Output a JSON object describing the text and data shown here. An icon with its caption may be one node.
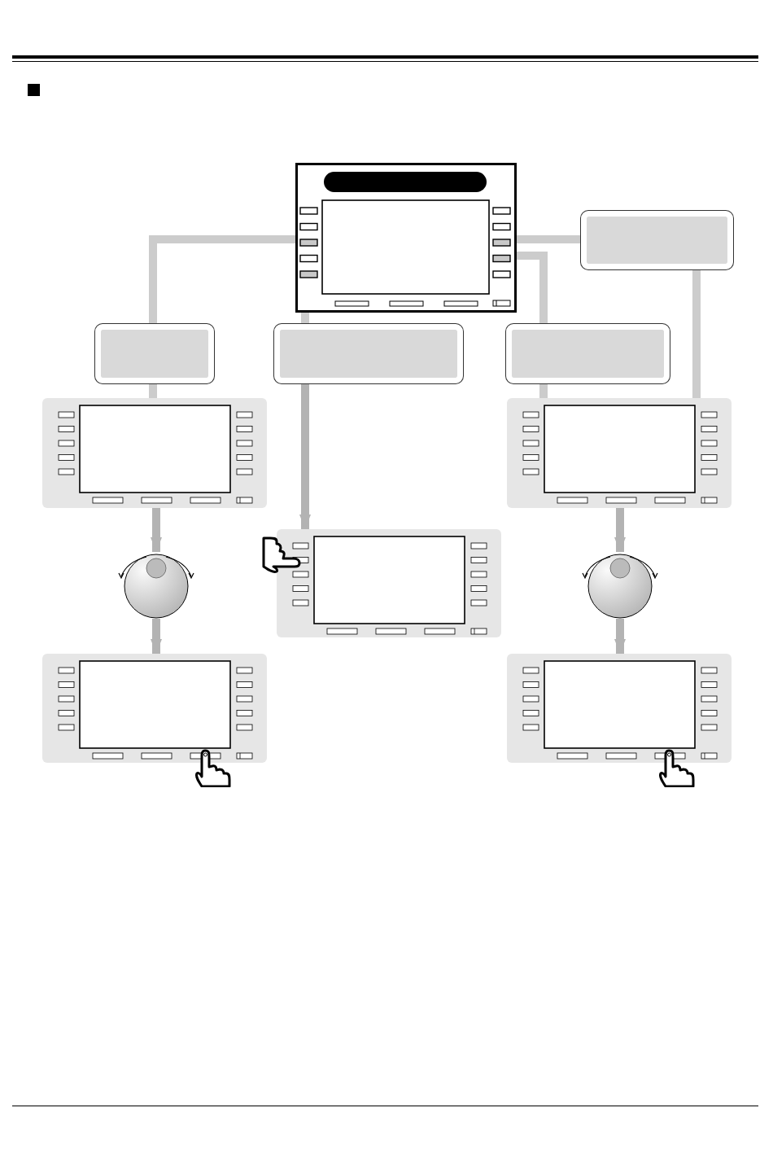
{
  "diagram": {
    "nodes": [
      {
        "text": [],
        "shape": "device"
      },
      {
        "text": [],
        "shape": "box"
      },
      {
        "text": [],
        "shape": "box"
      },
      {
        "text": [],
        "shape": "box"
      },
      {
        "text": [],
        "shape": "box"
      },
      {
        "text": [],
        "shape": "screen"
      },
      {
        "text": [],
        "shape": "screen"
      },
      {
        "text": [],
        "shape": "screen"
      },
      {
        "text": [],
        "shape": "knob"
      },
      {
        "text": [],
        "shape": "knob"
      },
      {
        "text": [],
        "shape": "screen"
      },
      {
        "text": [],
        "shape": "screen"
      }
    ],
    "edges": [
      {
        "from": 0,
        "to": 1,
        "arrow": "none"
      },
      {
        "from": 1,
        "to": 5,
        "arrow": "none"
      },
      {
        "from": 0,
        "to": 2,
        "arrow": "none"
      },
      {
        "from": 2,
        "to": 6,
        "arrow": "to"
      },
      {
        "from": 0,
        "to": 3,
        "arrow": "none"
      },
      {
        "from": 3,
        "to": 7,
        "arrow": "none"
      },
      {
        "from": 0,
        "to": 4,
        "arrow": "none"
      },
      {
        "from": 4,
        "to": 7,
        "arrow": "none"
      },
      {
        "from": 5,
        "to": 8,
        "arrow": "to"
      },
      {
        "from": 8,
        "to": 10,
        "arrow": "to"
      },
      {
        "from": 7,
        "to": 9,
        "arrow": "to"
      },
      {
        "from": 9,
        "to": 11,
        "arrow": "to"
      }
    ]
  }
}
